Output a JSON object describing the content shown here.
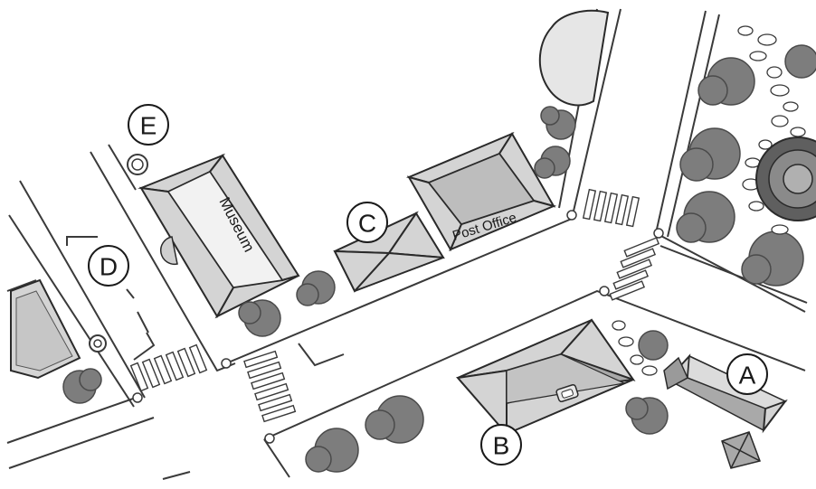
{
  "map": {
    "buildings": {
      "museum": "Museum",
      "post_office": "Post Office"
    },
    "markers": {
      "A": "A",
      "B": "B",
      "C": "C",
      "D": "D",
      "E": "E"
    }
  }
}
